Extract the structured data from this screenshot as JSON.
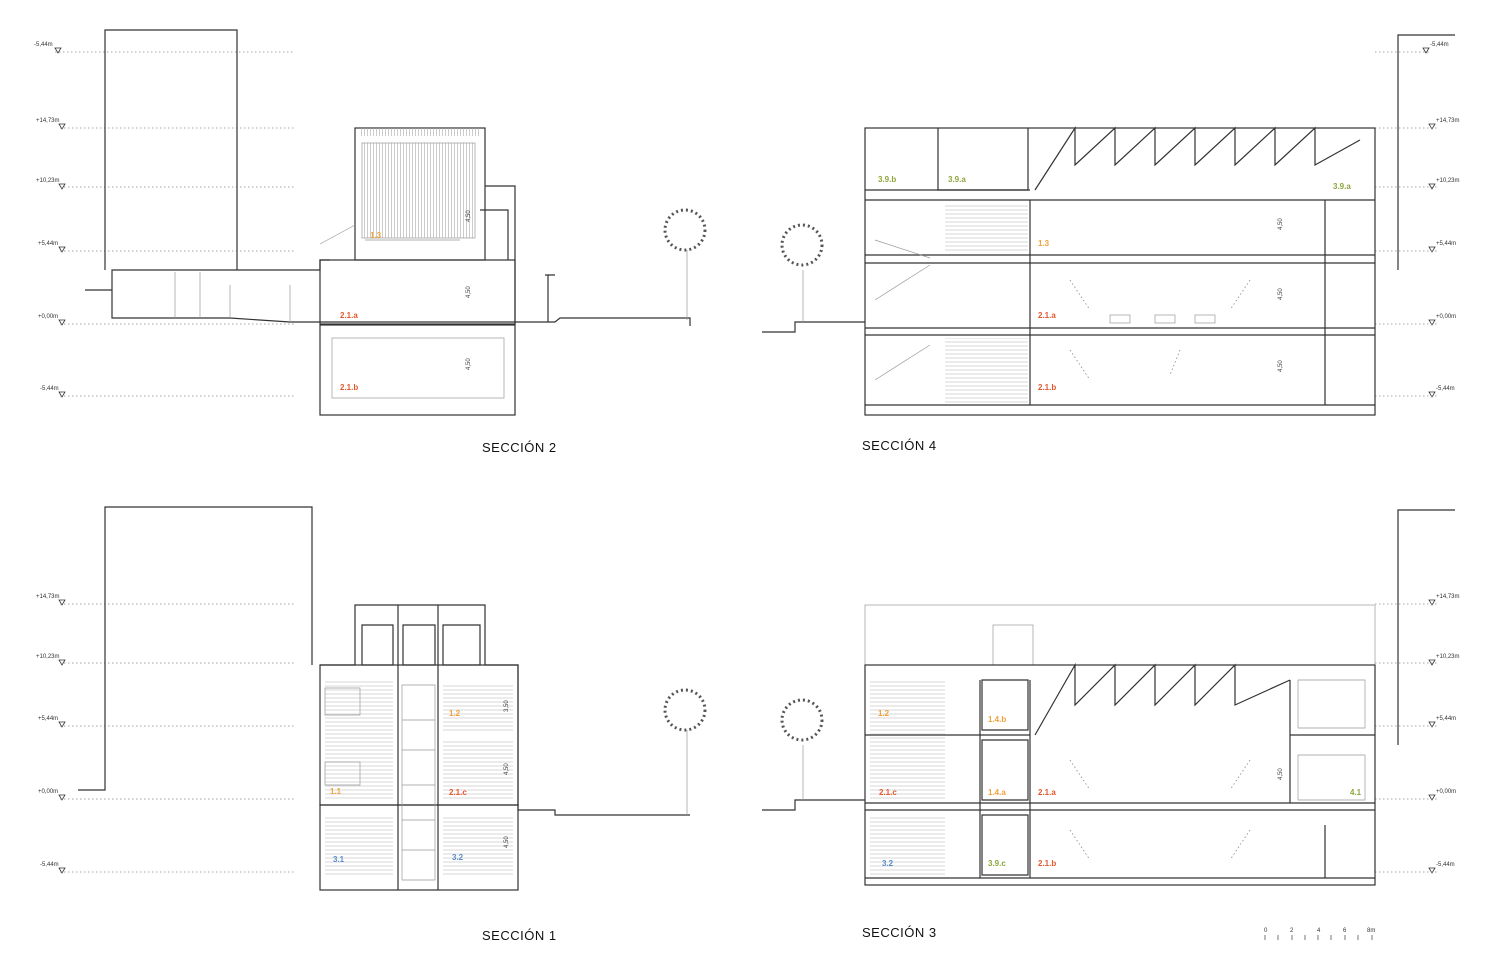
{
  "levels": {
    "top": "-5,44m",
    "l1473": "+14,73m",
    "l1023": "+10,23m",
    "l544": "+5,44m",
    "l000": "+0,00m",
    "lm544": "-5,44m"
  },
  "sections": {
    "s2": {
      "title": "SECCIÓN 2",
      "rooms": [
        "1.3",
        "2.1.a",
        "2.1.b"
      ],
      "dims": [
        "4,50",
        "4,50",
        "4,50"
      ]
    },
    "s4": {
      "title": "SECCIÓN 4",
      "rooms": [
        "3.9.b",
        "3.9.a",
        "3.9.a",
        "1.3",
        "2.1.a",
        "2.1.b"
      ],
      "dims": [
        "4,50",
        "4,50",
        "4,50"
      ]
    },
    "s1": {
      "title": "SECCIÓN 1",
      "rooms": [
        "1.2",
        "1.1",
        "2.1.c",
        "3.1",
        "3.2"
      ],
      "dims": [
        "3,50",
        "4,50",
        "4,50"
      ]
    },
    "s3": {
      "title": "SECCIÓN 3",
      "rooms": [
        "1.2",
        "1.4.b",
        "2.1.c",
        "1.4.a",
        "2.1.a",
        "4.1",
        "3.2",
        "3.9.c",
        "2.1.b"
      ],
      "dims": [
        "4,50"
      ]
    }
  },
  "scale": {
    "ticks": [
      "0",
      "2",
      "4",
      "6",
      "8m"
    ]
  },
  "colors": {
    "orange": "#f0a23a",
    "red": "#e4572e",
    "green": "#8ca63c",
    "blue": "#5b8dc9"
  }
}
